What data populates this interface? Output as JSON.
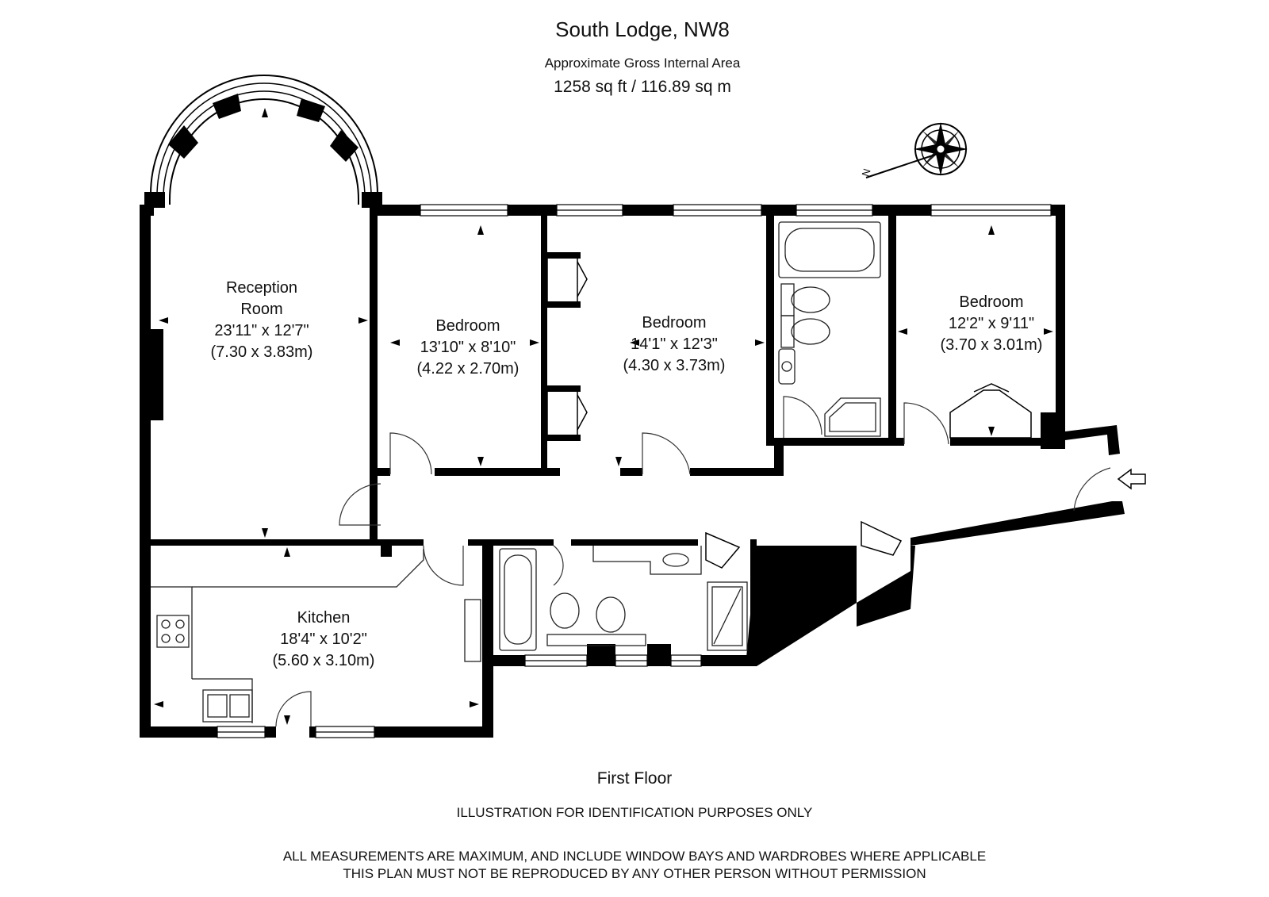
{
  "header": {
    "title": "South Lodge, NW8",
    "subtitle": "Approximate Gross Internal Area",
    "area": "1258 sq ft  /  116.89 sq m"
  },
  "rooms": [
    {
      "name_lines": [
        "Reception",
        "Room"
      ],
      "imperial": "23'11\" x 12'7\"",
      "metric": "(7.30 x 3.83m)"
    },
    {
      "name_lines": [
        "Bedroom"
      ],
      "imperial": "13'10\" x 8'10\"",
      "metric": "(4.22 x 2.70m)"
    },
    {
      "name_lines": [
        "Bedroom"
      ],
      "imperial": "14'1\" x 12'3\"",
      "metric": "(4.30 x 3.73m)"
    },
    {
      "name_lines": [
        "Bedroom"
      ],
      "imperial": "12'2\" x 9'11\"",
      "metric": "(3.70 x 3.01m)"
    },
    {
      "name_lines": [
        "Kitchen"
      ],
      "imperial": "18'4\" x 10'2\"",
      "metric": "(5.60 x 3.10m)"
    }
  ],
  "compass": {
    "label": "N",
    "icon": "compass-rose-icon"
  },
  "footer": {
    "floor": "First Floor",
    "illustration_note": "ILLUSTRATION FOR IDENTIFICATION PURPOSES ONLY",
    "measurement_note": "ALL MEASUREMENTS ARE MAXIMUM, AND INCLUDE WINDOW BAYS AND WARDROBES WHERE APPLICABLE",
    "copyright_note": "THIS PLAN MUST NOT BE REPRODUCED BY ANY OTHER PERSON WITHOUT PERMISSION"
  },
  "colors": {
    "wall": "#000000",
    "fixture": "#333333",
    "background": "#ffffff"
  }
}
